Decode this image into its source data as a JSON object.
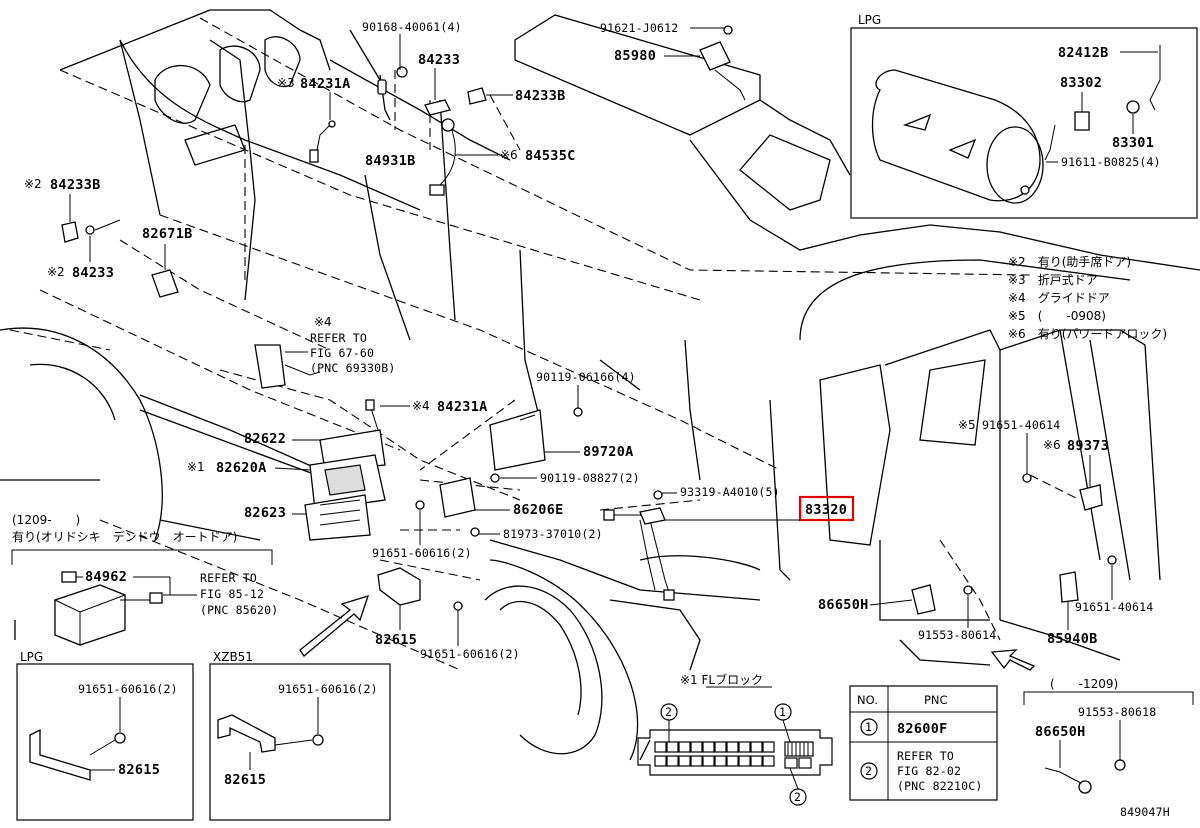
{
  "labels": {
    "p90168": "90168-40061(4)",
    "p84233a": "84233",
    "p84231a": "84231A",
    "p84231a_mark": "※3",
    "p84233b": "84233B",
    "p84931b": "84931B",
    "p84535c": "84535C",
    "p84535c_mark": "※6",
    "p84233b2": "84233B",
    "p84233b2_mark": "※2",
    "p84233c": "84233",
    "p84233c_mark": "※2",
    "p82671b": "82671B",
    "p91621": "91621-J0612",
    "p85980": "85980",
    "ref4_mark": "※4",
    "ref4_line1": "REFER TO",
    "ref4_line2": "FIG 67-60",
    "ref4_line3": "(PNC 69330B)",
    "p84231a2": "84231A",
    "p84231a2_mark": "※4",
    "p90119a": "90119-06166(4)",
    "p89720a": "89720A",
    "p82622": "82622",
    "p82620a": "82620A",
    "p82620a_mark": "※1",
    "p90119b": "90119-08827(2)",
    "p93319": "93319-A4010(5)",
    "p83320": "83320",
    "p86206e": "86206E",
    "p81973": "81973-37010(2)",
    "p82623": "82623",
    "p91651a": "91651-60616(2)",
    "p82615": "82615",
    "p91651b": "91651-60616(2)",
    "p91651c": "91651-40614",
    "p91651c_mark": "※5",
    "p89373": "89373",
    "p89373_mark": "※6",
    "p86650h": "86650H",
    "p91553": "91553-80614",
    "p91651d": "91651-40614",
    "p85940b": "85940B"
  },
  "lpg_top": {
    "title": "LPG",
    "p82412b": "82412B",
    "p83302": "83302",
    "p83301": "83301",
    "p91611": "91611-B0825(4)"
  },
  "legend": {
    "items": [
      "※2　有り(助手席ドア)",
      "※3　折戸式ドア",
      "※4　グライドドア",
      "※5　(　　-0908)",
      "※6　有り(パワードアロック)"
    ]
  },
  "auto_door": {
    "range": "(1209-　　)",
    "title": "有り(オリドシキ　デンドウ　オートドア)",
    "p84962": "84962",
    "ref_line1": "REFER TO",
    "ref_line2": "FIG 85-12",
    "ref_line3": "(PNC 85620)"
  },
  "inset_lpg": {
    "title": "LPG",
    "bolt": "91651-60616(2)",
    "part": "82615"
  },
  "inset_xzb": {
    "title": "XZB51",
    "bolt": "91651-60616(2)",
    "part": "82615"
  },
  "fl_block": {
    "title": "※1 FLブロック",
    "callout1": "1",
    "callout2a": "2",
    "callout2b": "2"
  },
  "pnc_table": {
    "header_no": "NO.",
    "header_pnc": "PNC",
    "row1_no": "1",
    "row1_pnc": "82600F",
    "row2_no": "2",
    "row2_line1": "REFER TO",
    "row2_line2": "FIG 82-02",
    "row2_line3": "(PNC 82210C)"
  },
  "bottom_right": {
    "range": "(　　-1209)",
    "bolt": "91553-80618",
    "part": "86650H"
  },
  "figure_id": "849047H"
}
